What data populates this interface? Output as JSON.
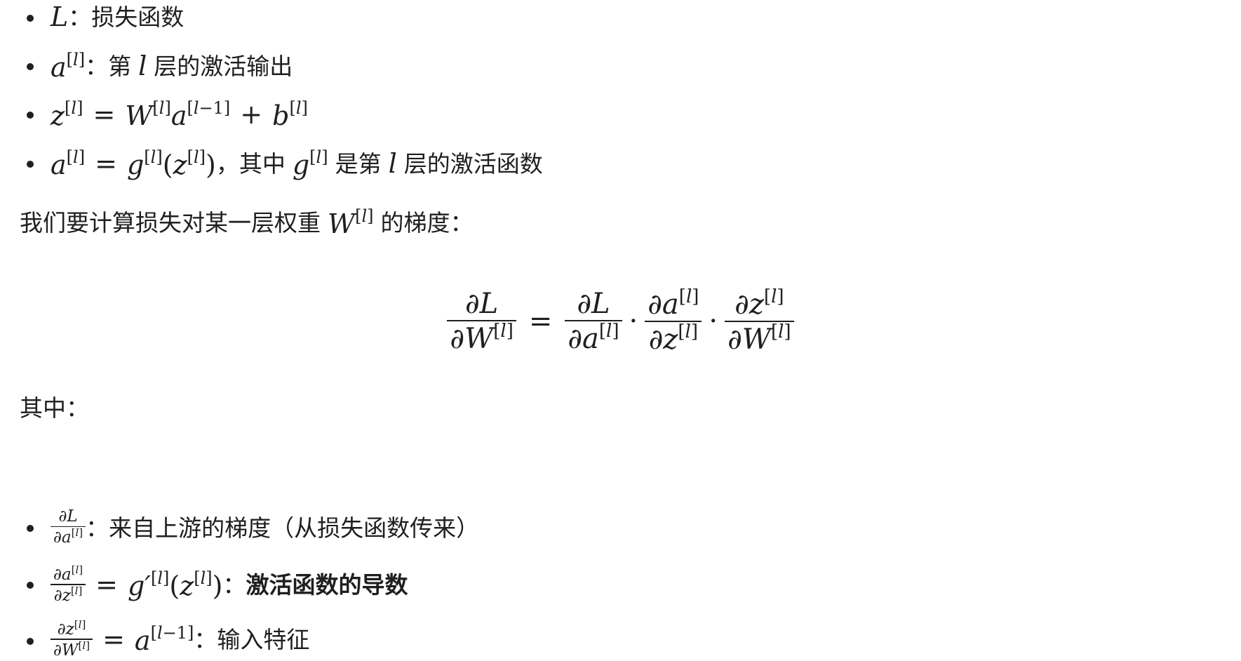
{
  "definitions": [
    {
      "label": "损失函数"
    },
    {
      "label": "第",
      "label_after": "层的激活输出"
    },
    {
      "label": ""
    },
    {
      "label": "其中",
      "label_mid": "是第",
      "label_after": "层的激活函数"
    }
  ],
  "intro": {
    "text_before": "我们要计算损失对某一层权重",
    "text_after": "的梯度："
  },
  "where": {
    "label": "其中："
  },
  "terms": [
    {
      "description": "来自上游的梯度（从损失函数传来）"
    },
    {
      "description": "激活函数的导数"
    },
    {
      "description": "输入特征"
    }
  ]
}
